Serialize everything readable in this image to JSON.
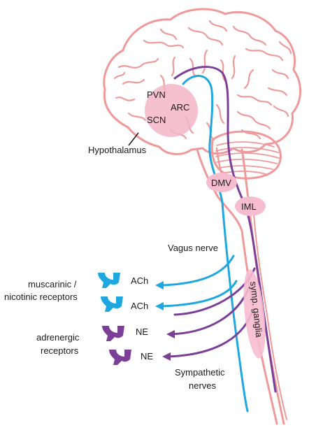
{
  "colors": {
    "brain_outline": "#ef9a9a",
    "nucleus_fill": "#f6bcd0",
    "hypothalamus_fill": "#f3b5c8",
    "vagus": "#1fa8e0",
    "sympathetic": "#7b3f98",
    "text": "#1a1a1a"
  },
  "labels": {
    "pvn": "PVN",
    "arc": "ARC",
    "scn": "SCN",
    "hypothalamus": "Hypothalamus",
    "dmv": "DMV",
    "iml": "IML",
    "vagus_nerve": "Vagus nerve",
    "symp_ganglia": "symp. ganglia",
    "sympathetic_line1": "Sympathetic",
    "sympathetic_line2": "nerves",
    "ach_1": "ACh",
    "ach_2": "ACh",
    "ne_1": "NE",
    "ne_2": "NE",
    "muscarinic_line1": "muscarinic /",
    "muscarinic_line2": "nicotinic receptors",
    "adrenergic_line1": "adrenergic",
    "adrenergic_line2": "receptors"
  },
  "icons": {
    "cholinergic_receptor": "receptor-cup-icon",
    "adrenergic_receptor": "receptor-cup-icon"
  }
}
